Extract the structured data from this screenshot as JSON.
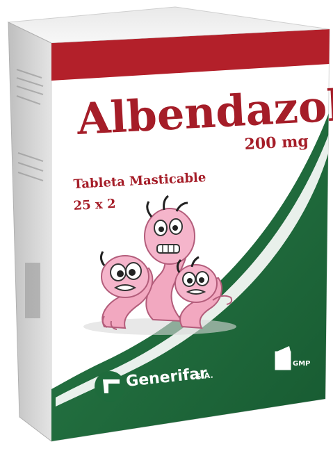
{
  "product": {
    "name": "Albendazol",
    "dose": "200 mg",
    "form": "Tableta Masticable",
    "quantity": "25 x 2"
  },
  "maker": {
    "name": "Generifar",
    "suffix": "S.A."
  },
  "badge": {
    "label": "GMP"
  },
  "colors": {
    "brand_red": "#b3202a",
    "brand_green": "#1e6b3c",
    "text_red": "#a51d28",
    "box_side": "#d8d8d8",
    "worm_pink": "#f2a8c0"
  },
  "icons": {
    "maker_logo": "generifar-g-logo",
    "badge": "gmp-seal-icon"
  }
}
